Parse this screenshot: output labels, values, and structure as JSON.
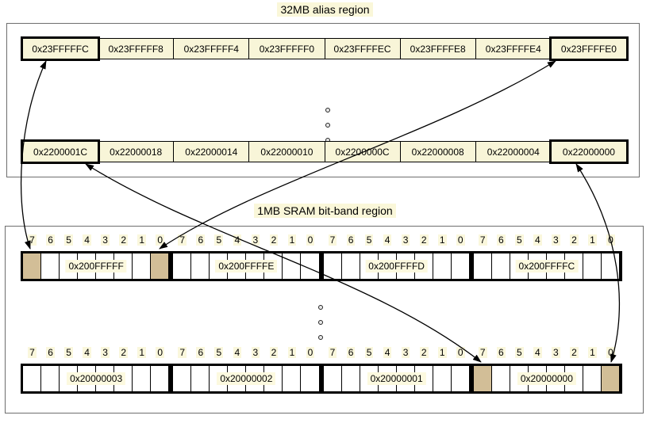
{
  "alias_region": {
    "title": "32MB alias region",
    "row1": [
      "0x23FFFFFC",
      "0x23FFFFF8",
      "0x23FFFFF4",
      "0x23FFFFF0",
      "0x23FFFFEC",
      "0x23FFFFE8",
      "0x23FFFFE4",
      "0x23FFFFE0"
    ],
    "row2": [
      "0x2200001C",
      "0x22000018",
      "0x22000014",
      "0x22000010",
      "0x2200000C",
      "0x22000008",
      "0x22000004",
      "0x22000000"
    ],
    "row1_highlighted_indices": [
      0,
      7
    ],
    "row2_highlighted_indices": [
      0,
      7
    ]
  },
  "sram_region": {
    "title": "1MB SRAM bit-band region",
    "bit_labels": [
      "7",
      "6",
      "5",
      "4",
      "3",
      "2",
      "1",
      "0"
    ],
    "row1_bytes": [
      "0x200FFFFF",
      "0x200FFFFE",
      "0x200FFFFD",
      "0x200FFFFC"
    ],
    "row2_bytes": [
      "0x20000003",
      "0x20000002",
      "0x20000001",
      "0x20000000"
    ],
    "row1_highlighted_bits": [
      {
        "group": 0,
        "bit": "7"
      },
      {
        "group": 0,
        "bit": "0"
      }
    ],
    "row2_highlighted_bits": [
      {
        "group": 3,
        "bit": "7"
      },
      {
        "group": 3,
        "bit": "0"
      }
    ]
  },
  "mappings": [
    {
      "alias_word": "0x23FFFFFC",
      "target": "0x200FFFFF bit 7"
    },
    {
      "alias_word": "0x23FFFFE0",
      "target": "0x200FFFFF bit 0"
    },
    {
      "alias_word": "0x2200001C",
      "target": "0x20000000 bit 7"
    },
    {
      "alias_word": "0x22000000",
      "target": "0x20000000 bit 0"
    }
  ],
  "colors": {
    "cell_fill": "#F8F5D8",
    "label_highlight": "#FCF9DF",
    "bit_highlight_tan": "#D2BE97",
    "border": "#000000",
    "box_border": "#6E6E6E"
  }
}
